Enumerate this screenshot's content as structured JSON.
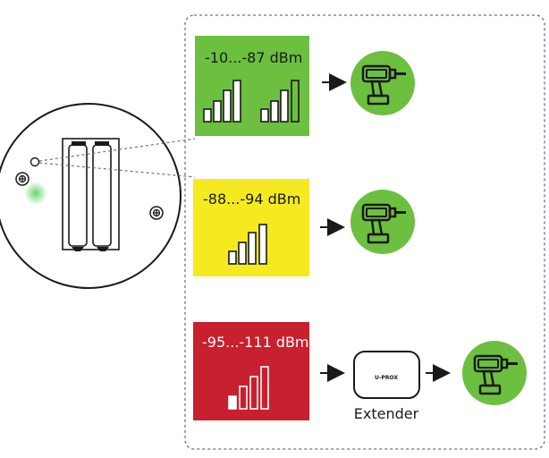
{
  "levels": [
    {
      "label": "-10...-87 dBm",
      "bg": "#6cbf3f",
      "text_color": "#1a1a1a",
      "bars": "full"
    },
    {
      "label": "-88...-94 dBm",
      "bg": "#f4ea1f",
      "text_color": "#1a1a1a",
      "bars": "medium"
    },
    {
      "label": "-95...-111 dBm",
      "bg": "#c8202e",
      "text_color": "#ffffff",
      "bars": "low"
    }
  ],
  "extender": {
    "label": "Extender",
    "device_brand": "U-PROX"
  },
  "colors": {
    "drill_circle": "#6cbf3f",
    "dashed_border": "#6a6aa8",
    "led_glow": "#5fd45f"
  }
}
